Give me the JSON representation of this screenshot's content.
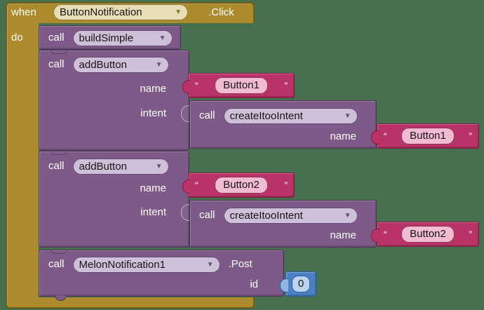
{
  "ui": {
    "dropdown_arrow": "▼",
    "open_quote": "“",
    "close_quote": "”"
  },
  "colors": {
    "workspace_bg": "#47704f",
    "event_block": "#ac8b2c",
    "procedure_block": "#7e5a88",
    "text_block": "#b93366",
    "number_block": "#4a80c4",
    "event_dropdown_bg": "#e9ddb7",
    "procedure_dropdown_bg": "#cfc0da",
    "text_field_bg": "#f2bcd0",
    "number_field_bg": "#bcd4ee"
  },
  "event": {
    "keyword": "when",
    "component": "ButtonNotification",
    "event_name": ".Click",
    "do_label": "do"
  },
  "build_simple": {
    "keyword": "call",
    "procedure": "buildSimple"
  },
  "add_button_1": {
    "keyword": "call",
    "procedure": "addButton",
    "name_label": "name",
    "intent_label": "intent"
  },
  "button1_text_a": {
    "value": "Button1"
  },
  "create_intent_1": {
    "keyword": "call",
    "procedure": "createItooIntent",
    "name_label": "name"
  },
  "button1_text_b": {
    "value": "Button1"
  },
  "add_button_2": {
    "keyword": "call",
    "procedure": "addButton",
    "name_label": "name",
    "intent_label": "intent"
  },
  "button2_text_a": {
    "value": "Button2"
  },
  "create_intent_2": {
    "keyword": "call",
    "procedure": "createItooIntent",
    "name_label": "name"
  },
  "button2_text_b": {
    "value": "Button2"
  },
  "post_call": {
    "keyword": "call",
    "component": "MelonNotification1",
    "method": ".Post",
    "id_label": "id"
  },
  "id_value": {
    "value": "0"
  }
}
